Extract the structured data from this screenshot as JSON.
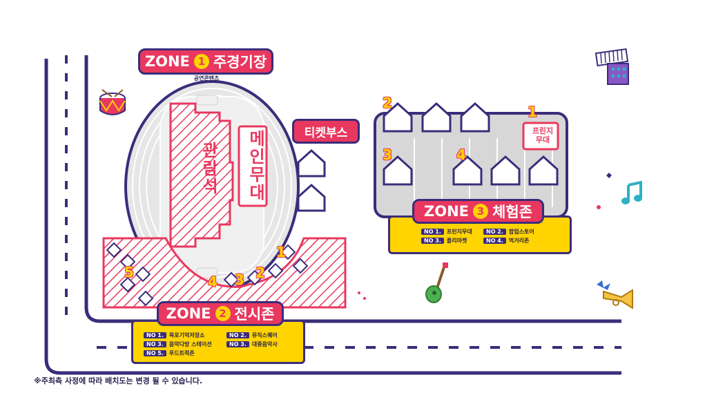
{
  "zones": {
    "zone1": {
      "label": "ZONE",
      "number": "1",
      "name": "주경기장",
      "sub": "공연콘텐츠"
    },
    "zone2": {
      "label": "ZONE",
      "number": "2",
      "name": "전시존",
      "items": [
        {
          "tag": "NO 1.",
          "text": "목포기억저장소"
        },
        {
          "tag": "NO 2.",
          "text": "뮤직스퀘어"
        },
        {
          "tag": "NO 3.",
          "text": "음악다방 스테이션"
        },
        {
          "tag": "NO 3.",
          "text": "대중음악사"
        },
        {
          "tag": "NO 5.",
          "text": "푸드트럭존"
        }
      ]
    },
    "zone3": {
      "label": "ZONE",
      "number": "3",
      "name": "체험존",
      "items": [
        {
          "tag": "NO 1.",
          "text": "프린지무대"
        },
        {
          "tag": "NO 2.",
          "text": "팝업스토어"
        },
        {
          "tag": "NO 3.",
          "text": "플리마켓"
        },
        {
          "tag": "NO 4.",
          "text": "먹거리존"
        }
      ]
    }
  },
  "stadium": {
    "seats": "관람석",
    "main_stage": "메인무대"
  },
  "ticket_booth": "티켓부스",
  "fringe_stage": {
    "number": "1",
    "label_line1": "프린지",
    "label_line2": "무대"
  },
  "zone3_booth_numbers": {
    "popup": "2",
    "flea": "3",
    "food": "4"
  },
  "zone2_booth_numbers": {
    "a": "1",
    "b": "2",
    "c": "3",
    "d": "4",
    "e": "5"
  },
  "note": "※주최측 사정에 따라 배치도는 변경 될 수 있습니다.",
  "colors": {
    "pink": "#e8385f",
    "purple": "#3b2c7a",
    "yellow": "#ffd400",
    "grey": "#cfcfcf",
    "lightgrey": "#e9e9e9"
  },
  "icons": [
    "drum-icon",
    "accordion-icon",
    "music-note-icon",
    "guitar-icon",
    "trumpet-icon"
  ]
}
